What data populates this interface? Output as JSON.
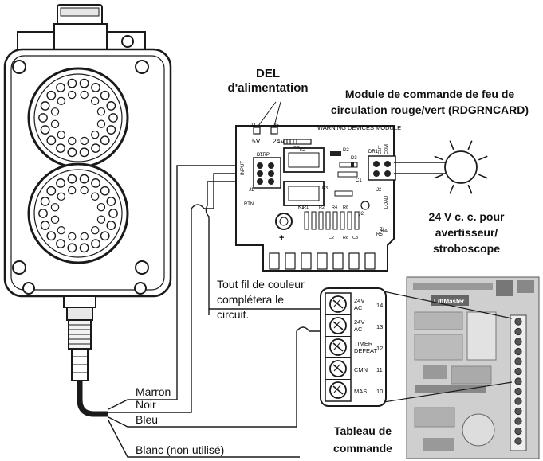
{
  "labels": {
    "led_title_line1": "DEL",
    "led_title_line2": "d'alimentation",
    "module_title_line1": "Module de commande de feu de",
    "module_title_line2": "circulation rouge/vert (RDGRNCARD)",
    "supply_line1": "24 V c. c. pour",
    "supply_line2": "avertisseur/",
    "supply_line3": "stroboscope",
    "any_wire_line1": "Tout fil de couleur",
    "any_wire_line2": "complétera le",
    "any_wire_line3": "circuit.",
    "panel_line1": "Tableau de",
    "panel_line2": "commande"
  },
  "wires": {
    "brown": "Marron",
    "black": "Noir",
    "blue": "Bleu",
    "white": "Blanc (non utilisé)"
  },
  "module": {
    "header": "WARNING DEVICES MODULE",
    "led_5v": "5V",
    "led_24v": "24V",
    "d4": "D4",
    "d5": "D5",
    "r7": "R7",
    "d1": "D1",
    "k2": "K2",
    "k1": "K1",
    "d2": "D2",
    "d3": "D3",
    "trp": "TRP",
    "j1": "J1",
    "c1": "C1",
    "q2": "Q2",
    "j2": "J2",
    "plus": "+",
    "input_side": "INPUT",
    "load_side": "LOAD",
    "cnt": "CNT",
    "com": "COM",
    "dr1": "DR1",
    "ka": "KA",
    "rtn": "RTN",
    "r1": "R1",
    "r2": "R2",
    "r3": "R3",
    "r4": "R4",
    "r5": "R5",
    "r6": "R6",
    "r8": "R8",
    "z1": "Z1",
    "c2": "C2",
    "c3": "C3"
  },
  "terminals": [
    {
      "line1": "24V",
      "line2": "AC",
      "num": "14"
    },
    {
      "line1": "24V",
      "line2": "AC",
      "num": "13"
    },
    {
      "line1": "TIMER",
      "line2": "DEFEAT",
      "num": "12"
    },
    {
      "line1": "CMN",
      "line2": "",
      "num": "11"
    },
    {
      "line1": "MAS",
      "line2": "",
      "num": "10"
    }
  ],
  "board_brand": "LiftMaster",
  "colors": {
    "ink": "#1a1a1a",
    "housing": "#ffffff",
    "board_gray": "#cfcfcf"
  }
}
